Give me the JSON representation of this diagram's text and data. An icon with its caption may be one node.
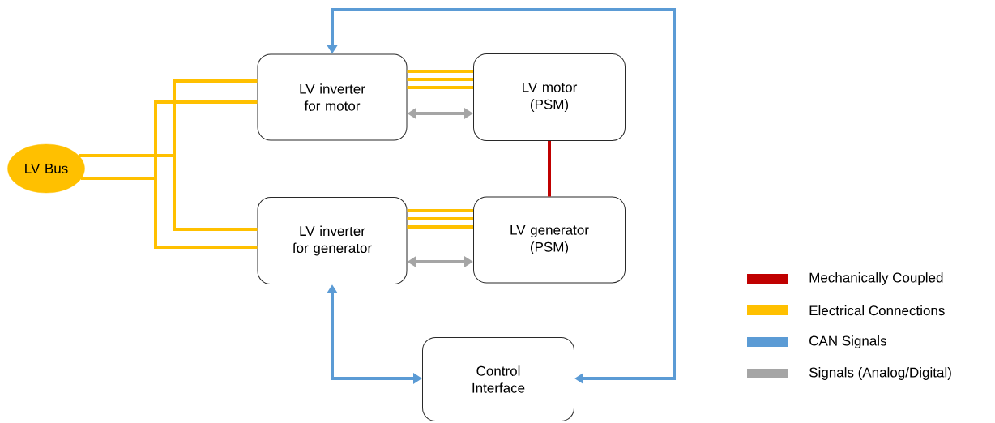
{
  "diagram": {
    "nodes": [
      {
        "text": [
          "LV Bus"
        ]
      },
      {
        "text": [
          "LV inverter for motor"
        ]
      },
      {
        "text": [
          "LV motor (PSM)"
        ]
      },
      {
        "text": [
          "LV inverter for generator"
        ]
      },
      {
        "text": [
          "LV generator (PSM)"
        ]
      },
      {
        "text": [
          "Control Interface"
        ]
      }
    ],
    "edges": [
      {
        "from": 0,
        "to": 1,
        "arrow": "none"
      },
      {
        "from": 0,
        "to": 3,
        "arrow": "none"
      },
      {
        "from": 0,
        "to": 1,
        "arrow": "none"
      },
      {
        "from": 0,
        "to": 3,
        "arrow": "none"
      },
      {
        "from": 1,
        "to": 2,
        "arrow": "none"
      },
      {
        "from": 1,
        "to": 2,
        "arrow": "none"
      },
      {
        "from": 1,
        "to": 2,
        "arrow": "none"
      },
      {
        "from": 1,
        "to": 2,
        "arrow": "both",
        "color": "#a5a5a5"
      },
      {
        "from": 3,
        "to": 4,
        "arrow": "none"
      },
      {
        "from": 3,
        "to": 4,
        "arrow": "none"
      },
      {
        "from": 3,
        "to": 4,
        "arrow": "none"
      },
      {
        "from": 3,
        "to": 4,
        "arrow": "both",
        "color": "#a5a5a5"
      },
      {
        "from": 2,
        "to": 4,
        "arrow": "none",
        "color": "#c00000"
      },
      {
        "from": 5,
        "to": 1,
        "arrow": "both",
        "color": "#5b9bd5"
      },
      {
        "from": 3,
        "to": 5,
        "arrow": "both",
        "color": "#5b9bd5"
      }
    ],
    "legend": [
      {
        "text": "Mechanically Coupled",
        "color": "#c00000"
      },
      {
        "text": "Electrical Connections",
        "color": "#ffc000"
      },
      {
        "text": "CAN Signals",
        "color": "#5b9bd5"
      },
      {
        "text": "Signals (Analog/Digital)",
        "color": "#a5a5a5"
      }
    ]
  }
}
